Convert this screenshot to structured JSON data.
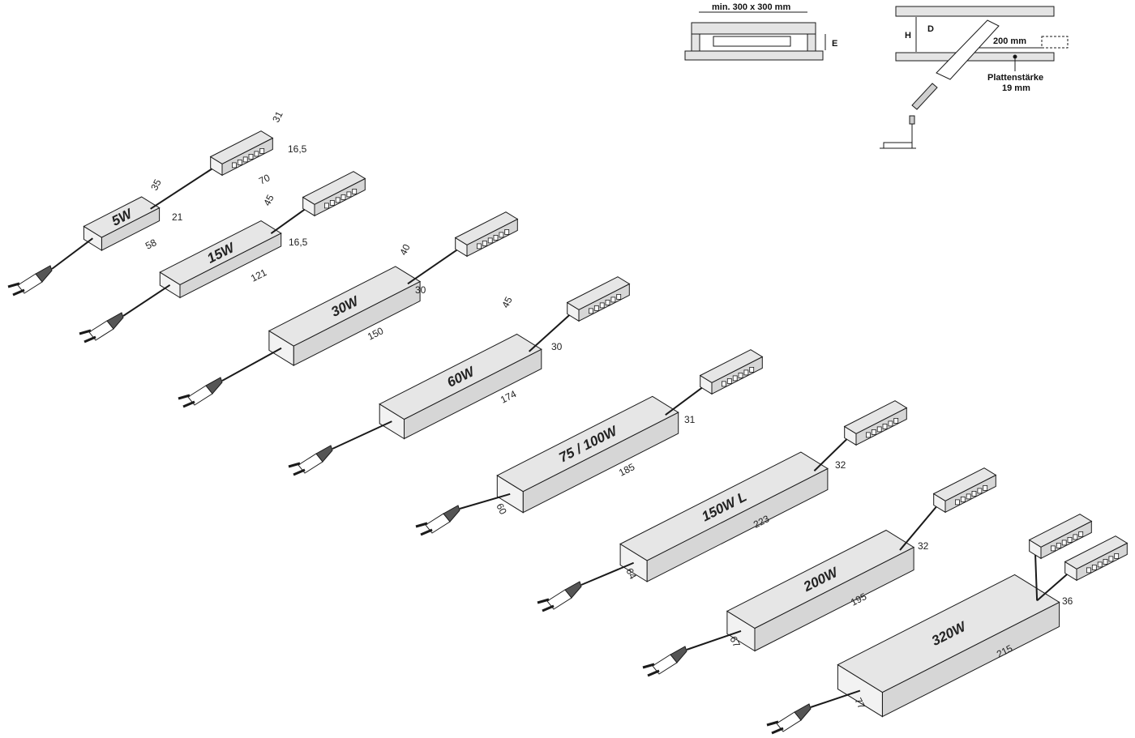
{
  "install_diagrams": {
    "clearance_label": "min. 300 x 300 mm",
    "e_label": "E",
    "h_label": "H",
    "d_label": "D",
    "distance_label": "200 mm",
    "board_label_line1": "Plattenstärke",
    "board_label_line2": "19 mm"
  },
  "devices": [
    {
      "label": "5W",
      "dims": [
        "31",
        "16,5",
        "70",
        "35",
        "21",
        "58"
      ]
    },
    {
      "label": "15W",
      "dims": [
        "45",
        "16,5",
        "121"
      ]
    },
    {
      "label": "30W",
      "dims": [
        "40",
        "30",
        "150"
      ]
    },
    {
      "label": "60W",
      "dims": [
        "45",
        "30",
        "174"
      ]
    },
    {
      "label": "75 / 100W",
      "dims": [
        "31",
        "185",
        "60"
      ]
    },
    {
      "label": "150W L",
      "dims": [
        "32",
        "223",
        "64"
      ]
    },
    {
      "label": "200W",
      "dims": [
        "32",
        "195",
        "67"
      ]
    },
    {
      "label": "320W",
      "dims": [
        "36",
        "215",
        "77"
      ]
    }
  ],
  "colors": {
    "body_top": "#e6e6e6",
    "body_front": "#d6d6d6",
    "stroke": "#1a1a1a"
  }
}
